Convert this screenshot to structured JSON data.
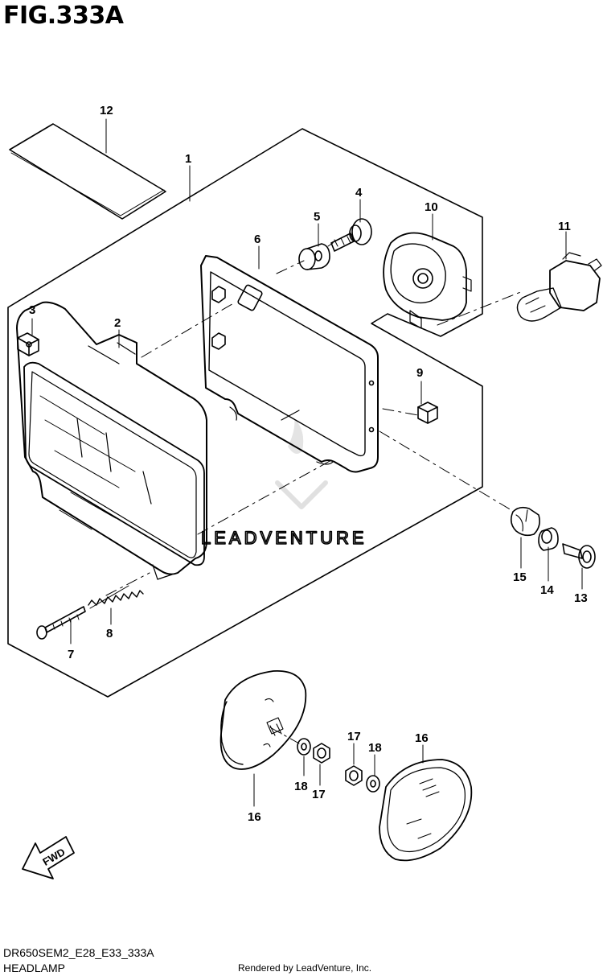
{
  "figure_title": "FIG.333A",
  "diagram_code": "DR650SEM2_E28_E33_333A",
  "diagram_name": "HEADLAMP",
  "credit": "Rendered by LeadVenture, Inc.",
  "watermark": "LEADVENTURE",
  "fwd_label": "FWD",
  "callouts": {
    "p1": "1",
    "p2": "2",
    "p3": "3",
    "p4": "4",
    "p5": "5",
    "p6": "6",
    "p7": "7",
    "p8": "8",
    "p9": "9",
    "p10": "10",
    "p11": "11",
    "p12": "12",
    "p13": "13",
    "p14": "14",
    "p15": "15",
    "p16a": "16",
    "p16b": "16",
    "p17a": "17",
    "p17b": "17",
    "p18a": "18",
    "p18b": "18"
  }
}
